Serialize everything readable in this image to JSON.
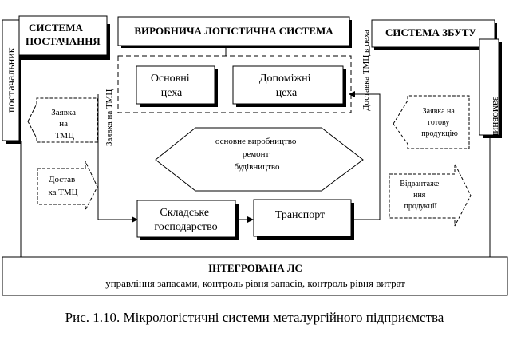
{
  "supply_system": [
    "СИСТЕМА",
    "ПОСТАЧАННЯ"
  ],
  "production_system": "ВИРОБНИЧА ЛОГІСТИЧНА СИСТЕМА",
  "sales_system": "СИСТЕМА ЗБУТУ",
  "supplier": "постачальник",
  "customer": "замовник",
  "main_shops": [
    "Основні",
    "цеха"
  ],
  "aux_shops": [
    "Допоміжні",
    "цеха"
  ],
  "core_activities": [
    "основне виробництво",
    "ремонт",
    "будівництво"
  ],
  "warehouse": [
    "Складське",
    "господарство"
  ],
  "transport": "Транспорт",
  "order_tmc_left": [
    "Заявка",
    "на",
    "ТМЦ"
  ],
  "delivery_tmc_left": [
    "Достав",
    "ка ТМЦ"
  ],
  "order_tmc_vertical": "Заявка на ТМЦ",
  "delivery_shops_vertical": "Доставка ТМЦ в цеха",
  "order_goods": [
    "Заявка на",
    "готову",
    "продукцію"
  ],
  "shipment": [
    "Відвантаже",
    "ння",
    "продукції"
  ],
  "integrated_title": "ІНТЕГРОВАНА  ЛС",
  "integrated_text": "управління запасами, контроль рівня запасів, контроль рівня витрат",
  "caption": "Рис. 1.10. Мікрологістичні системи металургійного підприємства"
}
